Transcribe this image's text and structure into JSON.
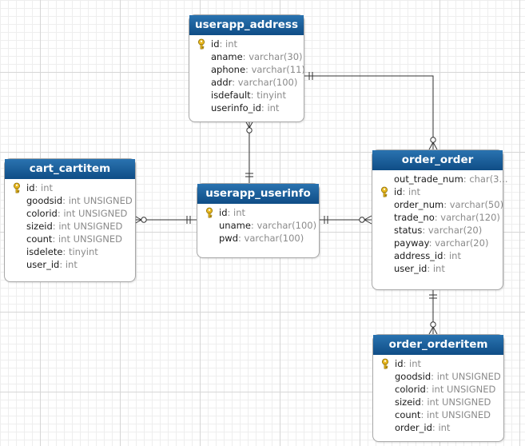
{
  "colors": {
    "header_top": "#2a73b0",
    "header_bottom": "#0f4d86",
    "key_icon": "#e8b820",
    "connector": "#333333"
  },
  "tables": [
    {
      "id": "userapp_address",
      "title": "userapp_address",
      "fields": [
        {
          "name": "id",
          "type": "int",
          "pk": true
        },
        {
          "name": "aname",
          "type": "varchar(30)",
          "pk": false
        },
        {
          "name": "aphone",
          "type": "varchar(11)",
          "pk": false
        },
        {
          "name": "addr",
          "type": "varchar(100)",
          "pk": false
        },
        {
          "name": "isdefault",
          "type": "tinyint",
          "pk": false
        },
        {
          "name": "userinfo_id",
          "type": "int",
          "pk": false
        }
      ]
    },
    {
      "id": "cart_cartitem",
      "title": "cart_cartitem",
      "fields": [
        {
          "name": "id",
          "type": "int",
          "pk": true
        },
        {
          "name": "goodsid",
          "type": "int UNSIGNED",
          "pk": false
        },
        {
          "name": "colorid",
          "type": "int UNSIGNED",
          "pk": false
        },
        {
          "name": "sizeid",
          "type": "int UNSIGNED",
          "pk": false
        },
        {
          "name": "count",
          "type": "int UNSIGNED",
          "pk": false
        },
        {
          "name": "isdelete",
          "type": "tinyint",
          "pk": false
        },
        {
          "name": "user_id",
          "type": "int",
          "pk": false
        }
      ]
    },
    {
      "id": "userapp_userinfo",
      "title": "userapp_userinfo",
      "fields": [
        {
          "name": "id",
          "type": "int",
          "pk": true
        },
        {
          "name": "uname",
          "type": "varchar(100)",
          "pk": false
        },
        {
          "name": "pwd",
          "type": "varchar(100)",
          "pk": false
        }
      ]
    },
    {
      "id": "order_order",
      "title": "order_order",
      "fields": [
        {
          "name": "out_trade_num",
          "type": "char(3...",
          "pk": false
        },
        {
          "name": "id",
          "type": "int",
          "pk": true
        },
        {
          "name": "order_num",
          "type": "varchar(50)",
          "pk": false
        },
        {
          "name": "trade_no",
          "type": "varchar(120)",
          "pk": false
        },
        {
          "name": "status",
          "type": "varchar(20)",
          "pk": false
        },
        {
          "name": "payway",
          "type": "varchar(20)",
          "pk": false
        },
        {
          "name": "address_id",
          "type": "int",
          "pk": false
        },
        {
          "name": "user_id",
          "type": "int",
          "pk": false
        }
      ]
    },
    {
      "id": "order_orderitem",
      "title": "order_orderitem",
      "fields": [
        {
          "name": "id",
          "type": "int",
          "pk": true
        },
        {
          "name": "goodsid",
          "type": "int UNSIGNED",
          "pk": false
        },
        {
          "name": "colorid",
          "type": "int UNSIGNED",
          "pk": false
        },
        {
          "name": "sizeid",
          "type": "int UNSIGNED",
          "pk": false
        },
        {
          "name": "count",
          "type": "int UNSIGNED",
          "pk": false
        },
        {
          "name": "order_id",
          "type": "int",
          "pk": false
        }
      ]
    }
  ],
  "relationships": [
    {
      "from": "userapp_address",
      "to": "userapp_userinfo",
      "from_end": "many",
      "to_end": "one"
    },
    {
      "from": "cart_cartitem",
      "to": "userapp_userinfo",
      "from_end": "many",
      "to_end": "one"
    },
    {
      "from": "order_order",
      "to": "userapp_userinfo",
      "from_end": "many",
      "to_end": "one"
    },
    {
      "from": "order_order",
      "to": "userapp_address",
      "from_end": "many",
      "to_end": "one"
    },
    {
      "from": "order_orderitem",
      "to": "order_order",
      "from_end": "many",
      "to_end": "one"
    }
  ]
}
